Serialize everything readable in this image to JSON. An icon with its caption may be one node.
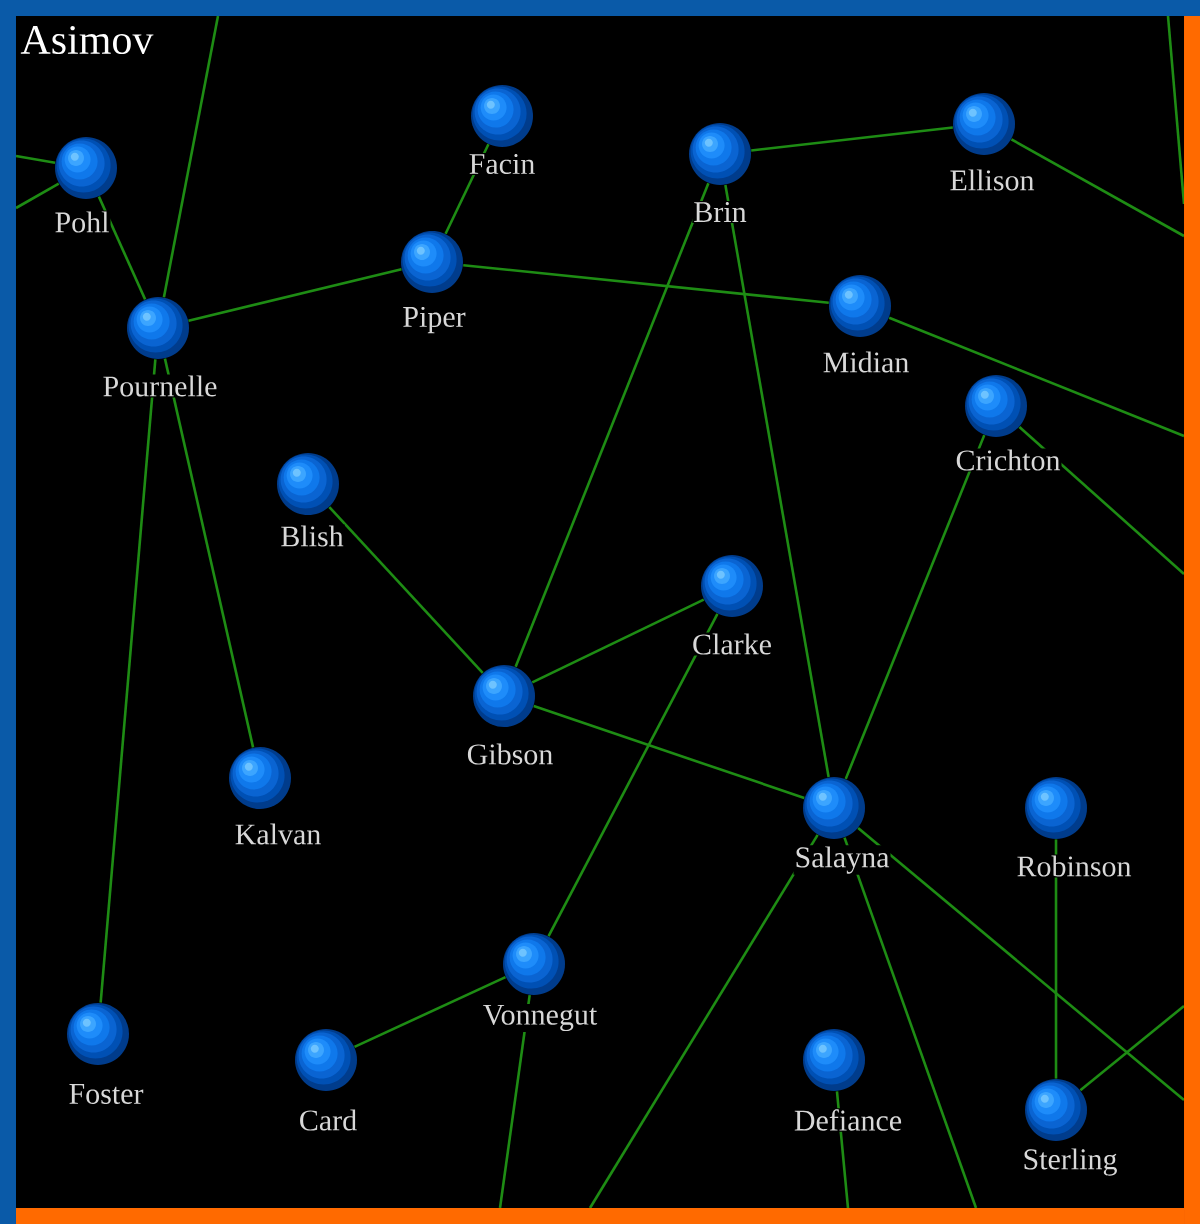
{
  "diagram": {
    "title": "Asimov",
    "nodes": [
      {
        "text": [
          "Pohl"
        ]
      },
      {
        "text": [
          "Facin"
        ]
      },
      {
        "text": [
          "Brin"
        ]
      },
      {
        "text": [
          "Ellison"
        ]
      },
      {
        "text": [
          "Pournelle"
        ]
      },
      {
        "text": [
          "Piper"
        ]
      },
      {
        "text": [
          "Midian"
        ]
      },
      {
        "text": [
          "Crichton"
        ]
      },
      {
        "text": [
          "Blish"
        ]
      },
      {
        "text": [
          "Clarke"
        ]
      },
      {
        "text": [
          "Gibson"
        ]
      },
      {
        "text": [
          "Kalvan"
        ]
      },
      {
        "text": [
          "Salayna"
        ]
      },
      {
        "text": [
          "Robinson"
        ]
      },
      {
        "text": [
          "Vonnegut"
        ]
      },
      {
        "text": [
          "Foster"
        ]
      },
      {
        "text": [
          "Card"
        ]
      },
      {
        "text": [
          "Defiance"
        ]
      },
      {
        "text": [
          "Sterling"
        ]
      }
    ],
    "edges": [
      {
        "from": 0,
        "to": 4,
        "arrow": "none"
      },
      {
        "from": 1,
        "to": 5,
        "arrow": "none"
      },
      {
        "from": 2,
        "to": 3,
        "arrow": "none"
      },
      {
        "from": 4,
        "to": 5,
        "arrow": "none"
      },
      {
        "from": 5,
        "to": 6,
        "arrow": "none"
      },
      {
        "from": 2,
        "to": 10,
        "arrow": "none"
      },
      {
        "from": 2,
        "to": 12,
        "arrow": "none"
      },
      {
        "from": 8,
        "to": 10,
        "arrow": "none"
      },
      {
        "from": 10,
        "to": 9,
        "arrow": "none"
      },
      {
        "from": 10,
        "to": 12,
        "arrow": "none"
      },
      {
        "from": 9,
        "to": 14,
        "arrow": "none"
      },
      {
        "from": 7,
        "to": 12,
        "arrow": "none"
      },
      {
        "from": 4,
        "to": 11,
        "arrow": "none"
      },
      {
        "from": 4,
        "to": 15,
        "arrow": "none"
      },
      {
        "from": 14,
        "to": 16,
        "arrow": "none"
      },
      {
        "from": 13,
        "to": 18,
        "arrow": "none"
      },
      {
        "from": 0,
        "to": null,
        "arrow": "none"
      },
      {
        "from": 0,
        "to": null,
        "arrow": "none"
      },
      {
        "from": 4,
        "to": null,
        "arrow": "none"
      },
      {
        "from": 3,
        "to": null,
        "arrow": "none"
      },
      {
        "from": 6,
        "to": null,
        "arrow": "none"
      },
      {
        "from": 7,
        "to": null,
        "arrow": "none"
      },
      {
        "from": 12,
        "to": null,
        "arrow": "none"
      },
      {
        "from": 12,
        "to": null,
        "arrow": "none"
      },
      {
        "from": 12,
        "to": null,
        "arrow": "none"
      },
      {
        "from": 14,
        "to": null,
        "arrow": "none"
      },
      {
        "from": 17,
        "to": null,
        "arrow": "none"
      },
      {
        "from": 18,
        "to": null,
        "arrow": "none"
      }
    ]
  }
}
